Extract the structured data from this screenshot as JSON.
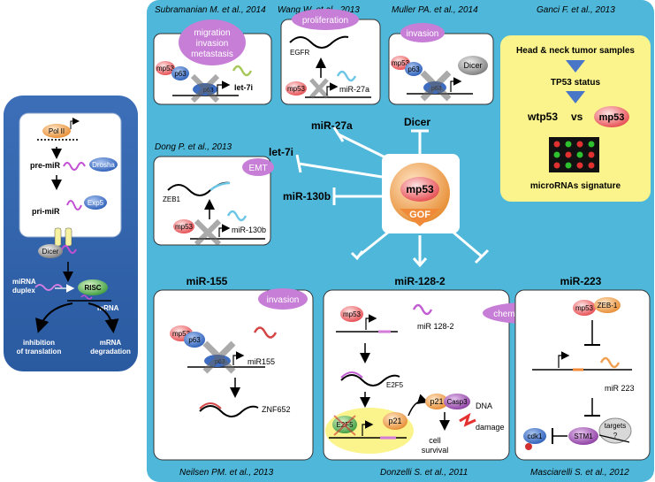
{
  "left_panel": {
    "pol": "Pol II",
    "premir": "pre-miR",
    "drosha": "Drosha",
    "primir": "pri-miR",
    "exp5": "Exp5",
    "dicer": "Dicer",
    "mirna_duplex": [
      "miRNA",
      "duplex"
    ],
    "risc": "RISC",
    "mrna": "mRNA",
    "inhibition": [
      "inhibition",
      "of translation"
    ],
    "degradation": [
      "mRNA",
      "degradation"
    ]
  },
  "citations": {
    "subramanian": "Subramanian M. et al., 2014",
    "wang": "Wang W. et al., 2013",
    "muller": "Muller PA. et al., 2014",
    "ganci": "Ganci F. et al., 2013",
    "dong": "Dong P. et al., 2013",
    "neilsen": "Neilsen PM. et al., 2013",
    "donzelli": "Donzelli S. et al., 2011",
    "masciarelli": "Masciarelli S. et al., 2012"
  },
  "center": {
    "mp53": "mp53",
    "gof": "GOF"
  },
  "mirna_labels": {
    "mir27a": "miR-27a",
    "dicer": "Dicer",
    "let7i": "let-7i",
    "mir130b": "miR-130b",
    "mir155": "miR-155",
    "mir1282": "miR-128-2",
    "mir223": "miR-223"
  },
  "box_let7i": {
    "badge": [
      "migration",
      "invasion",
      "metastasis"
    ],
    "mp53": "mp53",
    "p63": "p63",
    "p63b": "p63",
    "target": "let-7i"
  },
  "box_mir27a": {
    "badge": "proliferation",
    "egfr": "EGFR",
    "mp53": "mp53",
    "target": "miR-27a"
  },
  "box_dicer": {
    "badge": "invasion",
    "mp53": "mp53",
    "p63": "p63",
    "p63b": "p63",
    "dicer": "Dicer"
  },
  "box_ganci": {
    "title": "Head & neck tumor samples",
    "status": "TP53 status",
    "wt": "wtp53",
    "vs": "vs",
    "mp53": "mp53",
    "sig": "microRNAs signature"
  },
  "box_mir130b": {
    "badge": "EMT",
    "zeb1": "ZEB1",
    "mp53": "mp53",
    "target": "miR-130b"
  },
  "box_mir155": {
    "badge": "invasion",
    "mp53": "mp53",
    "p63": "p63",
    "p63b": "p63",
    "target": "miR155",
    "znf": "ZNF652"
  },
  "box_mir1282": {
    "badge": "chemoresistance",
    "mp53": "mp53",
    "target": "miR 128-2",
    "e2f5": "E2F5",
    "e2f5b": "E2F5",
    "p21": "p21",
    "p21b": "p21",
    "casp3": "Casp3",
    "dna": "DNA",
    "damage": "damage",
    "survival": [
      "cell",
      "survival"
    ]
  },
  "box_mir223": {
    "mp53": "mp53",
    "zeb": "ZEB-1",
    "target": "miR 223",
    "cdk1": "cdk1",
    "stm1": "STM1",
    "targets": [
      "targets",
      "?"
    ]
  },
  "colors": {
    "bg_left": "#2f5fa8",
    "bg_main": "#4fb7d9",
    "badge": "#c77ed6",
    "mp53": "#f39a9a",
    "p63": "#3d6cc0",
    "dicer": "#9a9a9a",
    "gof": "#f39a4a",
    "yellow_box": "#fbf48c",
    "e2f5": "#4a9c4a",
    "casp3": "#9a4aa8"
  }
}
